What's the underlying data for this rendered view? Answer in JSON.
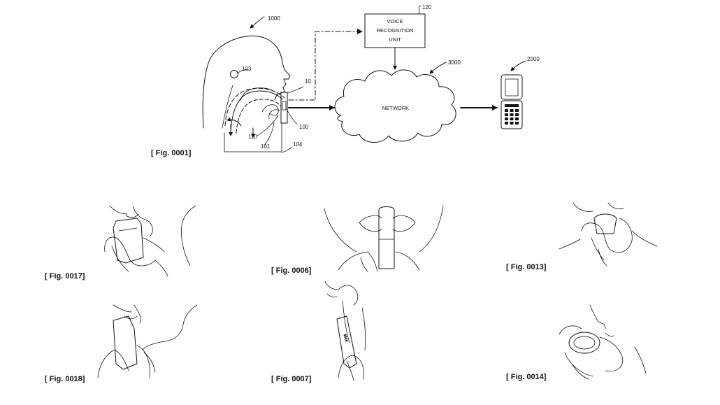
{
  "figures": {
    "fig0001": {
      "caption": "[ Fig. 0001]",
      "voice_box": [
        "VOICE",
        "RECOGNITION",
        "UNIT"
      ],
      "network_label": "NETWORK",
      "refs": {
        "r1000": "1000",
        "r120": "120",
        "r3000": "3000",
        "r2000": "2000",
        "r103": "103",
        "r10": "10",
        "r100": "100",
        "r110": "110",
        "r101": "101",
        "r104": "104"
      }
    },
    "fig0017": {
      "caption": "[ Fig. 0017]"
    },
    "fig0018": {
      "caption": "[ Fig. 0018]"
    },
    "fig0006": {
      "caption": "[ Fig. 0006]"
    },
    "fig0007": {
      "caption": "[ Fig. 0007]"
    },
    "fig0013": {
      "caption": "[ Fig. 0013]"
    },
    "fig0014": {
      "caption": "[ Fig. 0014]"
    }
  }
}
